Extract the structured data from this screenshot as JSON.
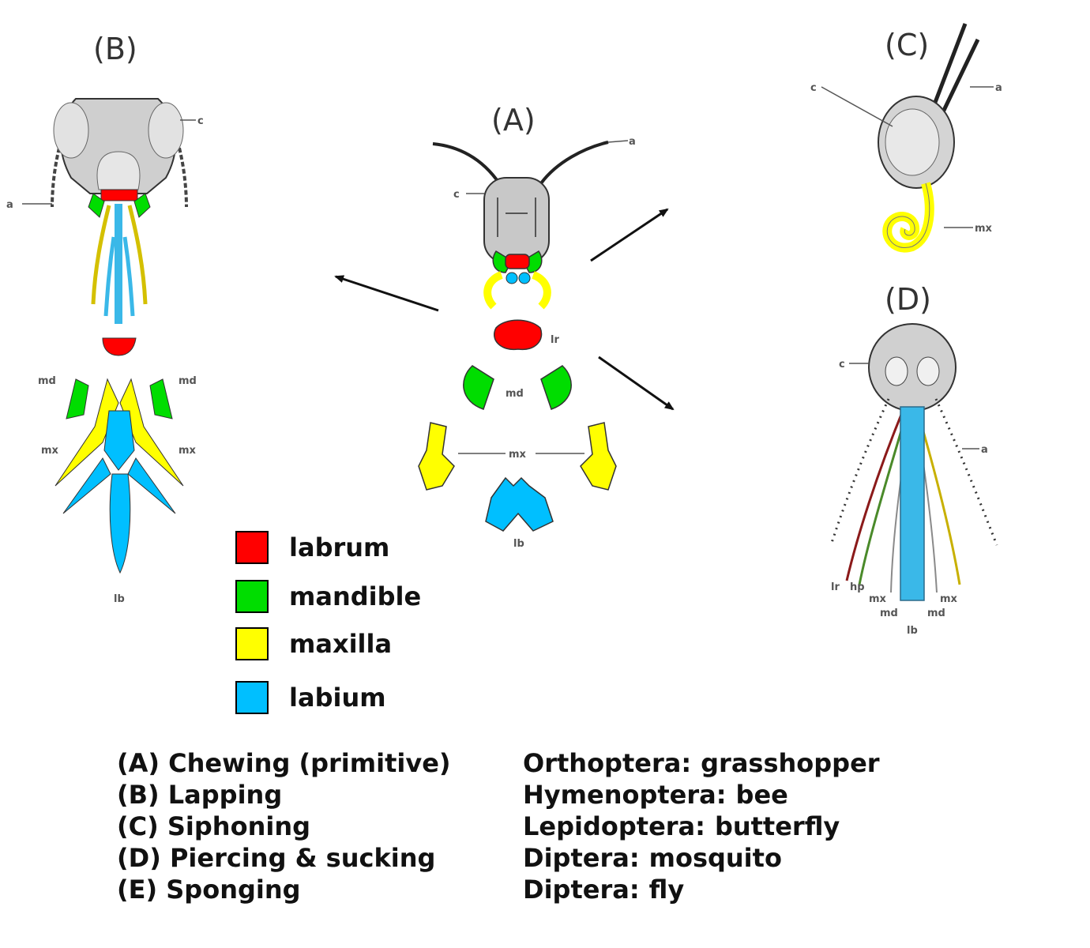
{
  "panels": {
    "A": {
      "title": "(A)"
    },
    "B": {
      "title": "(B)"
    },
    "C": {
      "title": "(C)"
    },
    "D": {
      "title": "(D)"
    }
  },
  "part_labels": {
    "a": "a",
    "c": "c",
    "lr": "lr",
    "md": "md",
    "mx": "mx",
    "lb": "lb",
    "hp": "hp"
  },
  "legend": [
    {
      "label": "labrum",
      "color": "#ff0000"
    },
    {
      "label": "mandible",
      "color": "#00dd00"
    },
    {
      "label": "maxilla",
      "color": "#ffff00"
    },
    {
      "label": "labium",
      "color": "#00bfff"
    }
  ],
  "mouthparts": [
    {
      "type": "(A) Chewing (primitive)",
      "order": "Orthoptera:",
      "example": "grasshopper"
    },
    {
      "type": "(B) Lapping",
      "order": "Hymenoptera:",
      "example": "bee"
    },
    {
      "type": "(C) Siphoning",
      "order": "Lepidoptera:",
      "example": "butterfly"
    },
    {
      "type": "(D) Piercing & sucking",
      "order": "Diptera:",
      "example": "mosquito"
    },
    {
      "type": "(E) Sponging",
      "order": "Diptera:",
      "example": "fly"
    }
  ]
}
